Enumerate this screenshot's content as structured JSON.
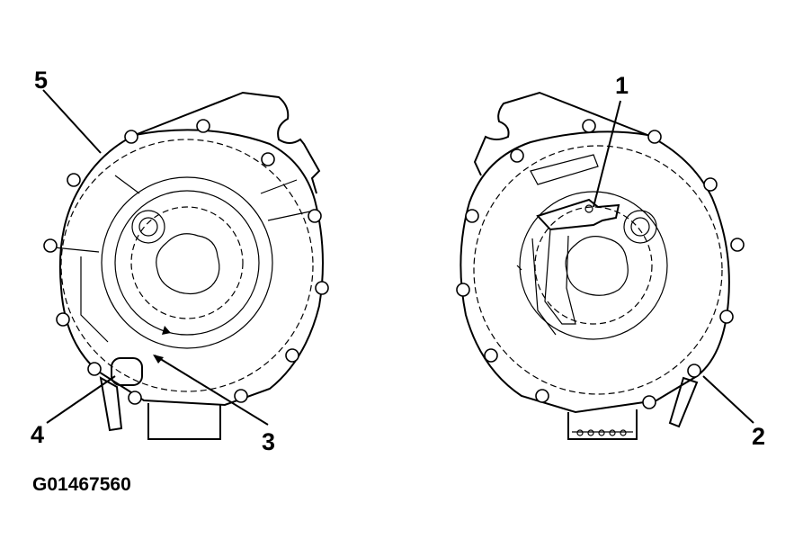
{
  "figure_id": "G01467560",
  "callouts": {
    "c1": "1",
    "c2": "2",
    "c3": "3",
    "c4": "4",
    "c5": "5"
  },
  "stroke_color": "#000000",
  "background_color": "#ffffff"
}
